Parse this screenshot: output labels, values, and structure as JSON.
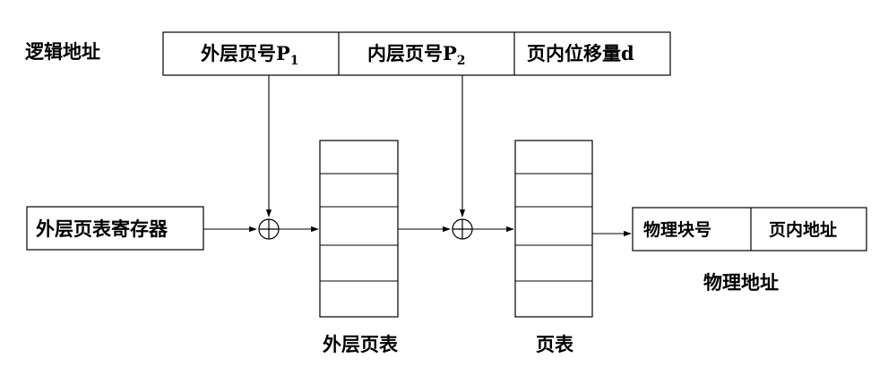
{
  "logical_address": {
    "label": "逻辑地址",
    "fields": [
      {
        "text": "外层页号P",
        "subscript": "1"
      },
      {
        "text": "内层页号P",
        "subscript": "2"
      },
      {
        "text": "页内位移量d",
        "subscript": ""
      }
    ]
  },
  "outer_page_table_register": {
    "label": "外层页表寄存器"
  },
  "outer_page_table": {
    "caption": "外层页表",
    "rows": 5
  },
  "page_table": {
    "caption": "页表",
    "rows": 5
  },
  "physical_address": {
    "caption": "物理地址",
    "fields": [
      "物理块号",
      "页内地址"
    ]
  },
  "adder_symbol": "⊕"
}
